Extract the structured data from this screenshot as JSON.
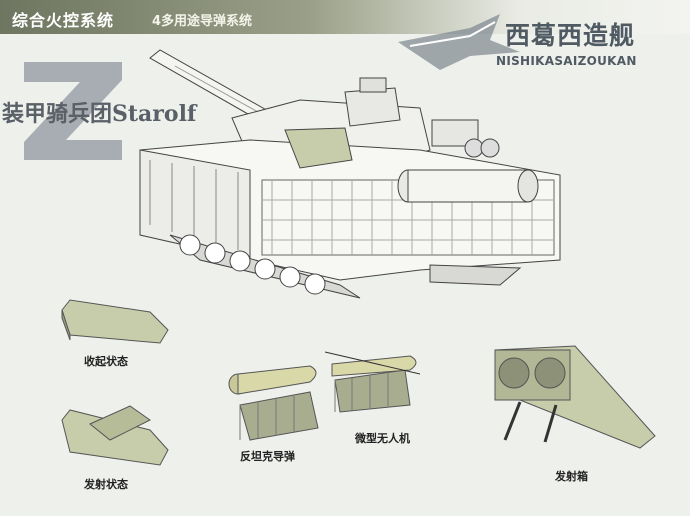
{
  "header": {
    "title": "综合火控系统",
    "subtitle": "4多用途导弹系统"
  },
  "logo": {
    "name_cn": "西葛西造舰",
    "name_en": "NISHIKASAIZOUKAN"
  },
  "brand": {
    "text": "装甲骑兵团Starolf"
  },
  "captions": {
    "stowed": "收起状态",
    "launch": "发射状态",
    "atgm": "反坦克导弹",
    "drone": "微型无人机",
    "launcher_box": "发射箱"
  },
  "colors": {
    "banner_dark": "#6e7560",
    "module_green": "#c7ccaa",
    "missile_yellow": "#d9d8a8"
  }
}
